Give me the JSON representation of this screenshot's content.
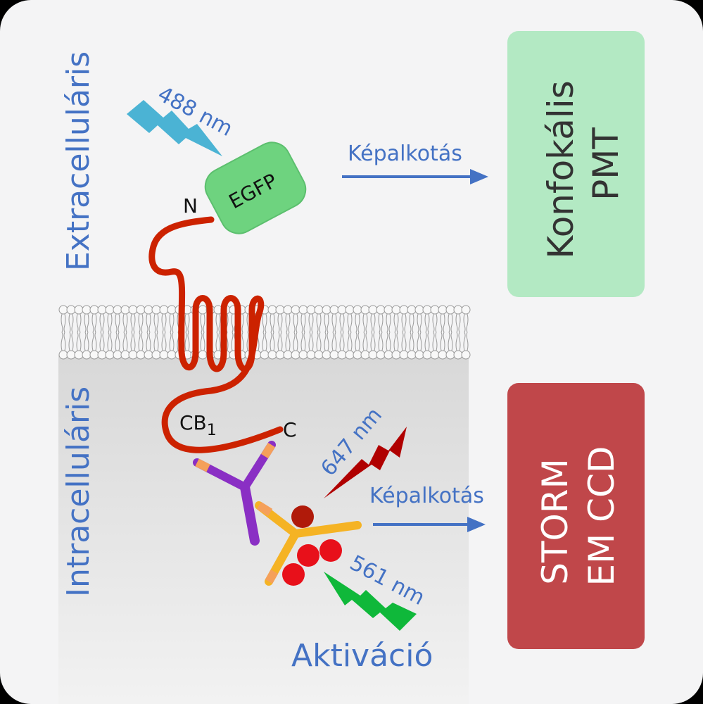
{
  "labels": {
    "extracellular": "Extracelluláris",
    "intracellular": "Intracelluláris",
    "n_terminus": "N",
    "c_terminus": "C",
    "receptor": "CB",
    "receptor_subscript": "1",
    "egfp": "EGFP",
    "imaging_top": "Képalkotás",
    "imaging_bottom": "Képalkotás",
    "activation": "Aktiváció"
  },
  "lasers": {
    "l488": {
      "text": "488 nm",
      "color": "#4bb3d4"
    },
    "l647": {
      "text": "647 nm",
      "color": "#b00000"
    },
    "l561": {
      "text": "561 nm",
      "color": "#2e9a3e"
    }
  },
  "boxes": {
    "confocal": {
      "line1": "Konfokális",
      "line2": "PMT",
      "color": "#b3e9c3",
      "text_color": "#333333"
    },
    "storm": {
      "line1": "STORM",
      "line2": "EM CCD",
      "color": "#c0474a",
      "text_color": "#ffffff"
    }
  },
  "colors": {
    "label_blue": "#4472c4",
    "receptor": "#cc2200",
    "egfp": "#6ed37f",
    "primary_antibody": "#8a2fc4",
    "secondary_antibody": "#f5b324",
    "fluorophore": "#e8101a",
    "activator": "#b01a0a"
  }
}
